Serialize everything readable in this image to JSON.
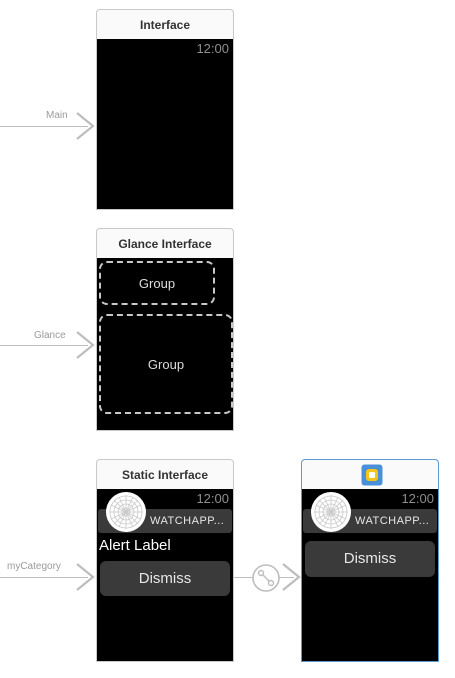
{
  "scenes": {
    "interface": {
      "title": "Interface",
      "time": "12:00"
    },
    "glance": {
      "title": "Glance Interface",
      "group_top": "Group",
      "group_bottom": "Group"
    },
    "static": {
      "title": "Static Interface",
      "time": "12:00",
      "app_name": "WATCHAPP...",
      "alert_label": "Alert Label",
      "dismiss": "Dismiss"
    },
    "dynamic": {
      "time": "12:00",
      "app_name": "WATCHAPP...",
      "dismiss": "Dismiss"
    }
  },
  "segues": {
    "main": "Main",
    "glance": "Glance",
    "category": "myCategory"
  },
  "icons": [
    "arrow-chevron-icon",
    "segue-connector-icon",
    "scene-dock-icon",
    "app-icon-placeholder"
  ],
  "colors": {
    "scene_bg": "#000000",
    "panel": "#3a3a3a",
    "dock_icon": "#4a90d9",
    "dock_inner": "#f5c518",
    "selection": "#5b9bd5"
  }
}
